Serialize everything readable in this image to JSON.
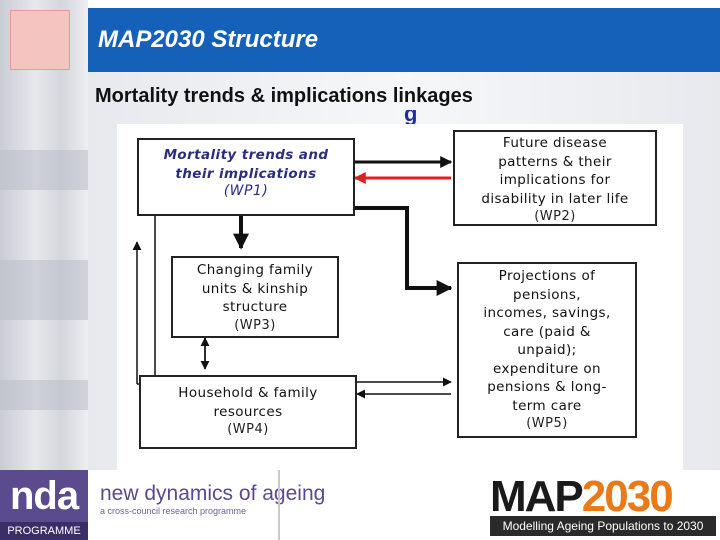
{
  "header": {
    "title": "MAP2030 Structure"
  },
  "subtitle": "Mortality trends & implications linkages",
  "diagram": {
    "boxes": [
      {
        "lines": [
          "Mortality trends and",
          "their implications"
        ],
        "wp": "(WP1)"
      },
      {
        "lines": [
          "Future disease",
          "patterns & their",
          "implications for",
          "disability in later life"
        ],
        "wp": "(WP2)"
      },
      {
        "lines": [
          "Changing family",
          "units & kinship",
          "structure"
        ],
        "wp": "(WP3)"
      },
      {
        "lines": [
          "Household & family",
          "resources"
        ],
        "wp": "(WP4)"
      },
      {
        "lines": [
          "Projections of",
          "pensions,",
          "incomes, savings,",
          "care (paid &",
          "unpaid);",
          "expenditure on",
          "pensions & long-",
          "term care"
        ],
        "wp": "(WP5)"
      }
    ]
  },
  "colors": {
    "header": "#1560b8",
    "red_arrow": "#e02020",
    "nda_purple": "#5c4a8f",
    "map_orange": "#e87a1a"
  },
  "footer": {
    "nda_logo": "nda",
    "nda_programme": "PROGRAMME",
    "nda_name": "new dynamics of ageing",
    "nda_tagline": "a cross-council research programme",
    "map_logo_a": "MAP",
    "map_logo_b": "2030",
    "map_tagline": "Modelling Ageing Populations to 2030"
  }
}
